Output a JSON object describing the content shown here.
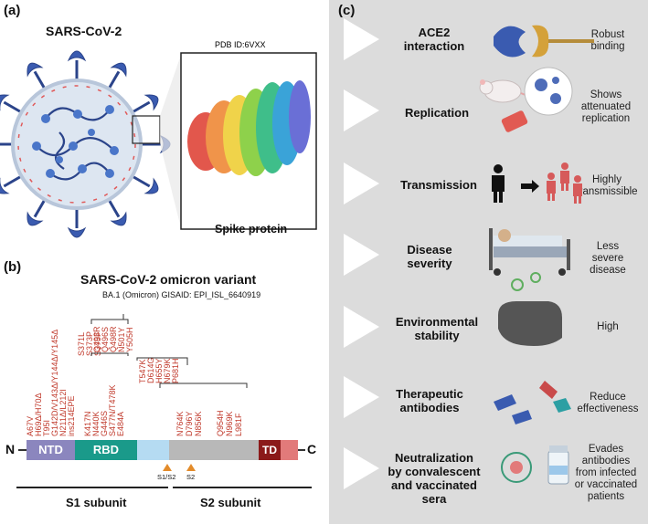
{
  "panel_labels": {
    "a": "(a)",
    "b": "(b)",
    "c": "(c)"
  },
  "panel_a": {
    "virus_title": "SARS-CoV-2",
    "pdb_label": "PDB ID:6VXX",
    "protein_caption": "Spike protein"
  },
  "panel_b": {
    "title": "SARS-CoV-2 omicron variant",
    "subtitle": "BA.1 (Omicron) GISAID: EPI_ISL_6640919",
    "n_term": "N",
    "c_term": "C",
    "domains": {
      "ntd": "NTD",
      "rbd": "RBD",
      "td": "TD"
    },
    "cleavage": {
      "s1s2": "S1/S2",
      "s2": "S2"
    },
    "subunits": {
      "s1": "S1 subunit",
      "s2": "S2 subunit"
    },
    "mutations": {
      "ntd": [
        "A67V",
        "H69Δ/H70Δ",
        "T95I",
        "G142D/V143Δ/Y144Δ/Y145Δ",
        "N211Δ/L212I",
        "ins214EPE"
      ],
      "rbd_low": [
        "S371L",
        "S373P",
        "S375F"
      ],
      "rbd_mid": [
        "K417N",
        "N440K",
        "G446S",
        "S477N/T478K",
        "E484A"
      ],
      "rbd_high": [
        "Q493R",
        "Q496S",
        "Q498R",
        "N501Y",
        "Y505H"
      ],
      "post_rbd": [
        "T547K",
        "D614G",
        "H655Y",
        "N679K",
        "P681H"
      ],
      "s2": [
        "N764K",
        "D796Y",
        "N856K",
        "Q954H",
        "N969K",
        "L981F"
      ]
    }
  },
  "panel_c": {
    "rows": [
      {
        "title": "ACE2\ninteraction",
        "outcome": "Robust\nbinding"
      },
      {
        "title": "Replication",
        "outcome": "Shows\nattenuated\nreplication"
      },
      {
        "title": "Transmission",
        "outcome": "Highly\ntransmissible"
      },
      {
        "title": "Disease\nseverity",
        "outcome": "Less\nsevere\ndisease"
      },
      {
        "title": "Environmental\nstability",
        "outcome": "High"
      },
      {
        "title": "Therapeutic\nantibodies",
        "outcome": "Reduce\neffectiveness"
      },
      {
        "title": "Neutralization\nby convalescent\nand vaccinated\nsera",
        "outcome": "Evades\nantibodies\nfrom infected\nor vaccinated\npatients"
      }
    ]
  },
  "colors": {
    "ntd": "#8b86be",
    "rbd": "#1a9a8a",
    "rbd_light": "#b5dbf2",
    "s2_gray": "#b8b8b8",
    "td": "#8b1a1a",
    "tail": "#e27a7a",
    "mutation": "#c0392b",
    "spike": "#3a5bb0"
  },
  "icons": [
    "spike-receptor-icon",
    "mouse-icon",
    "person-icon",
    "hospital-bed-icon",
    "fist-virus-icon",
    "antibody-icon",
    "vaccine-vial-icon"
  ]
}
